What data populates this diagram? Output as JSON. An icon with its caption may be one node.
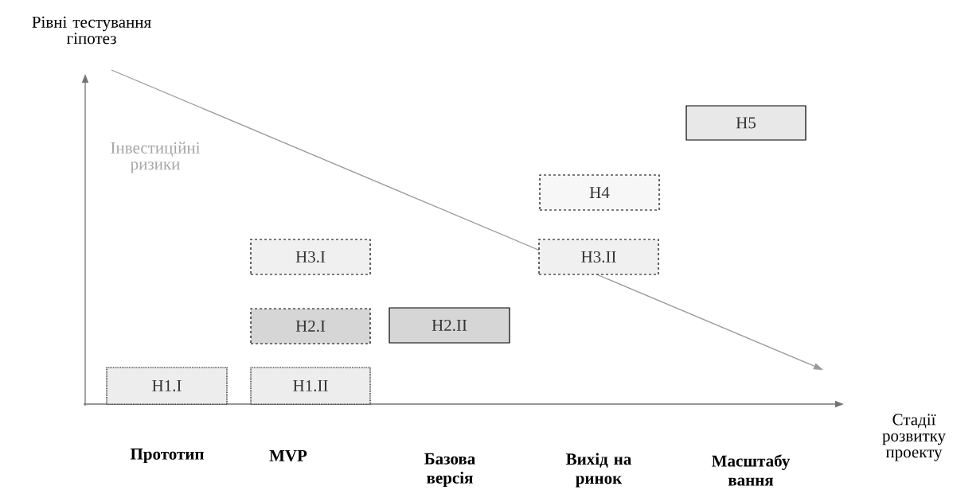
{
  "diagram": {
    "nodes": [
      {
        "text": [
          "H1.I"
        ]
      },
      {
        "text": [
          "H1.II"
        ]
      },
      {
        "text": [
          "H2.I"
        ]
      },
      {
        "text": [
          "H2.II"
        ]
      },
      {
        "text": [
          "H3.I"
        ]
      },
      {
        "text": [
          "H3.II"
        ]
      },
      {
        "text": [
          "H4"
        ]
      },
      {
        "text": [
          "H5"
        ]
      }
    ],
    "edges": [],
    "labels": [
      "Рівні тестування гіпотез",
      "Інвестиційні ризики",
      "Стадії розвитку проекту",
      "Прототип",
      "MVP",
      "Базова версія",
      "Вихід на ринок",
      "Масштабу вання"
    ]
  }
}
